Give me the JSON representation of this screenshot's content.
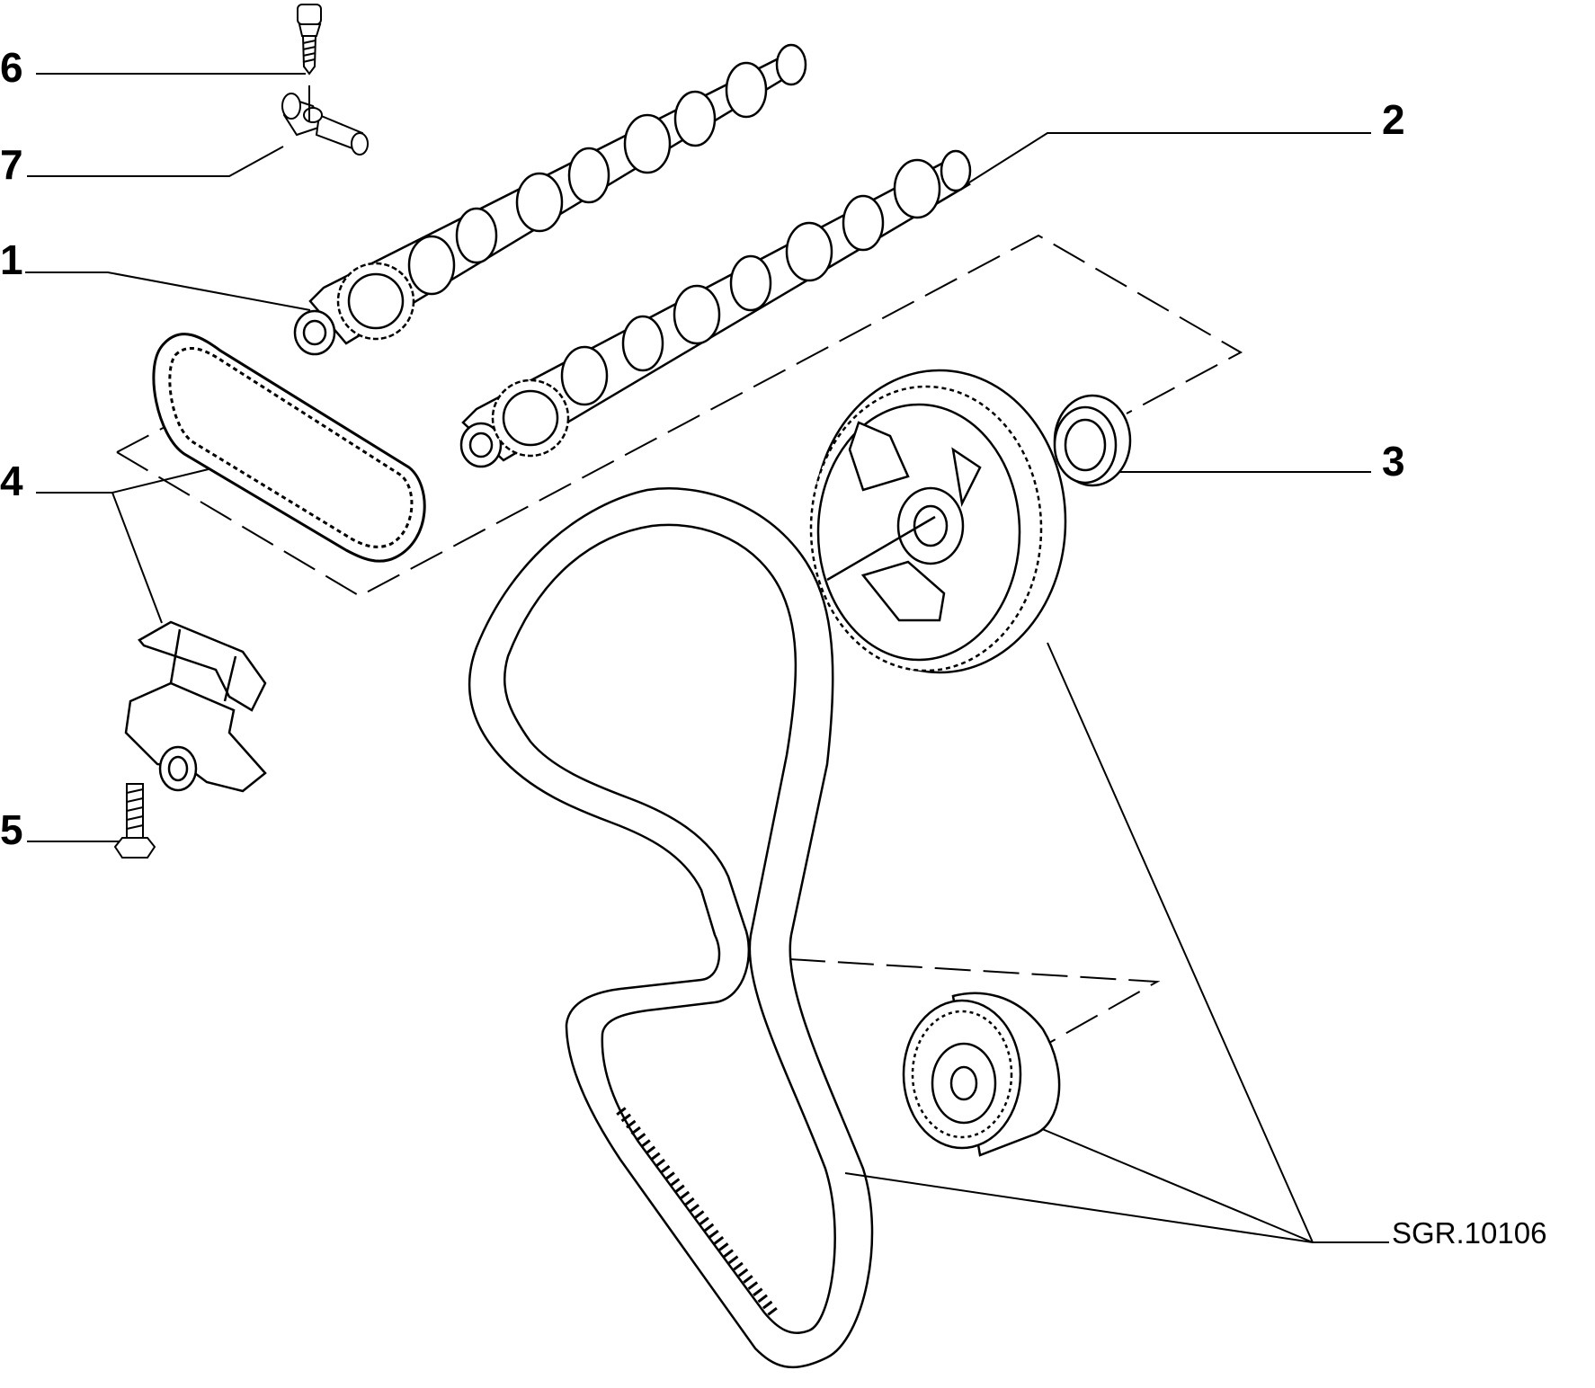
{
  "callouts": [
    {
      "id": "6",
      "label": "6"
    },
    {
      "id": "7",
      "label": "7"
    },
    {
      "id": "1",
      "label": "1"
    },
    {
      "id": "4",
      "label": "4"
    },
    {
      "id": "5",
      "label": "5"
    },
    {
      "id": "2",
      "label": "2"
    },
    {
      "id": "3",
      "label": "3"
    }
  ],
  "drawing_code": "SGR.10106",
  "parts": [
    "screw",
    "camshaft-sensor",
    "intake-camshaft",
    "exhaust-camshaft",
    "timing-chain",
    "chain-tensioner",
    "tensioner-bolt",
    "oil-seal",
    "camshaft-pulley",
    "timing-belt",
    "tensioner-pulley"
  ]
}
